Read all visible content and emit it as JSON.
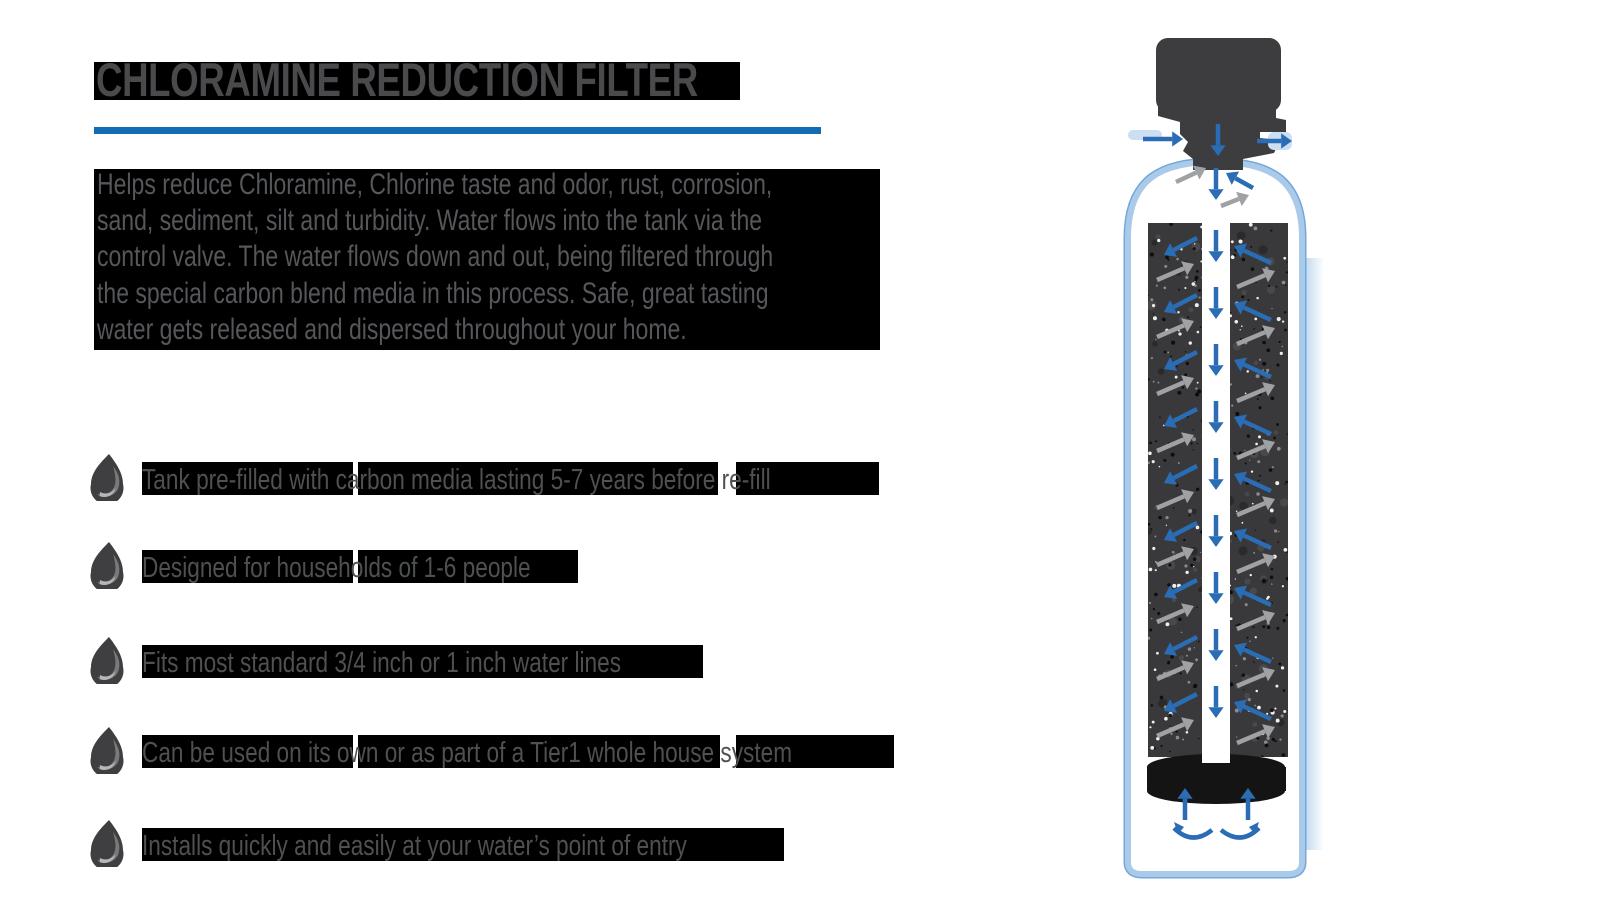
{
  "page": {
    "title": "CHLORAMINE REDUCTION FILTER"
  },
  "divider_color": "#0f6cb5",
  "description": "Helps reduce Chloramine, Chlorine taste and odor, rust, corrosion,\nsand, sediment, silt and turbidity. Water flows into the tank via the\ncontrol valve. The water flows down and out, being filtered through\nthe special carbon blend media in this process. Safe, great tasting\nwater gets released and dispersed throughout your home.",
  "features": [
    {
      "text": "Tank pre-filled with carbon media lasting 5-7 years before re-fill"
    },
    {
      "text": "Designed for households of 1-6 people"
    },
    {
      "text": "Fits most standard 3/4 inch or 1 inch water lines"
    },
    {
      "text": "Can be used on its own or as part of a Tier1 whole house system"
    },
    {
      "text": "Installs quickly and easily at your water’s point of entry"
    }
  ],
  "illustration": {
    "name": "chloramine-filter-tank-cutaway",
    "colors": {
      "arrow_blue": "#2a6db5",
      "arrow_gray": "#9fa1a4",
      "valve": "#3d3d3f",
      "media": "#39393b",
      "tank_border": "#a9cbe9",
      "tank_border_edge": "#74a7da",
      "basin": "#141415",
      "glow_blue": "#ccdef2"
    }
  }
}
